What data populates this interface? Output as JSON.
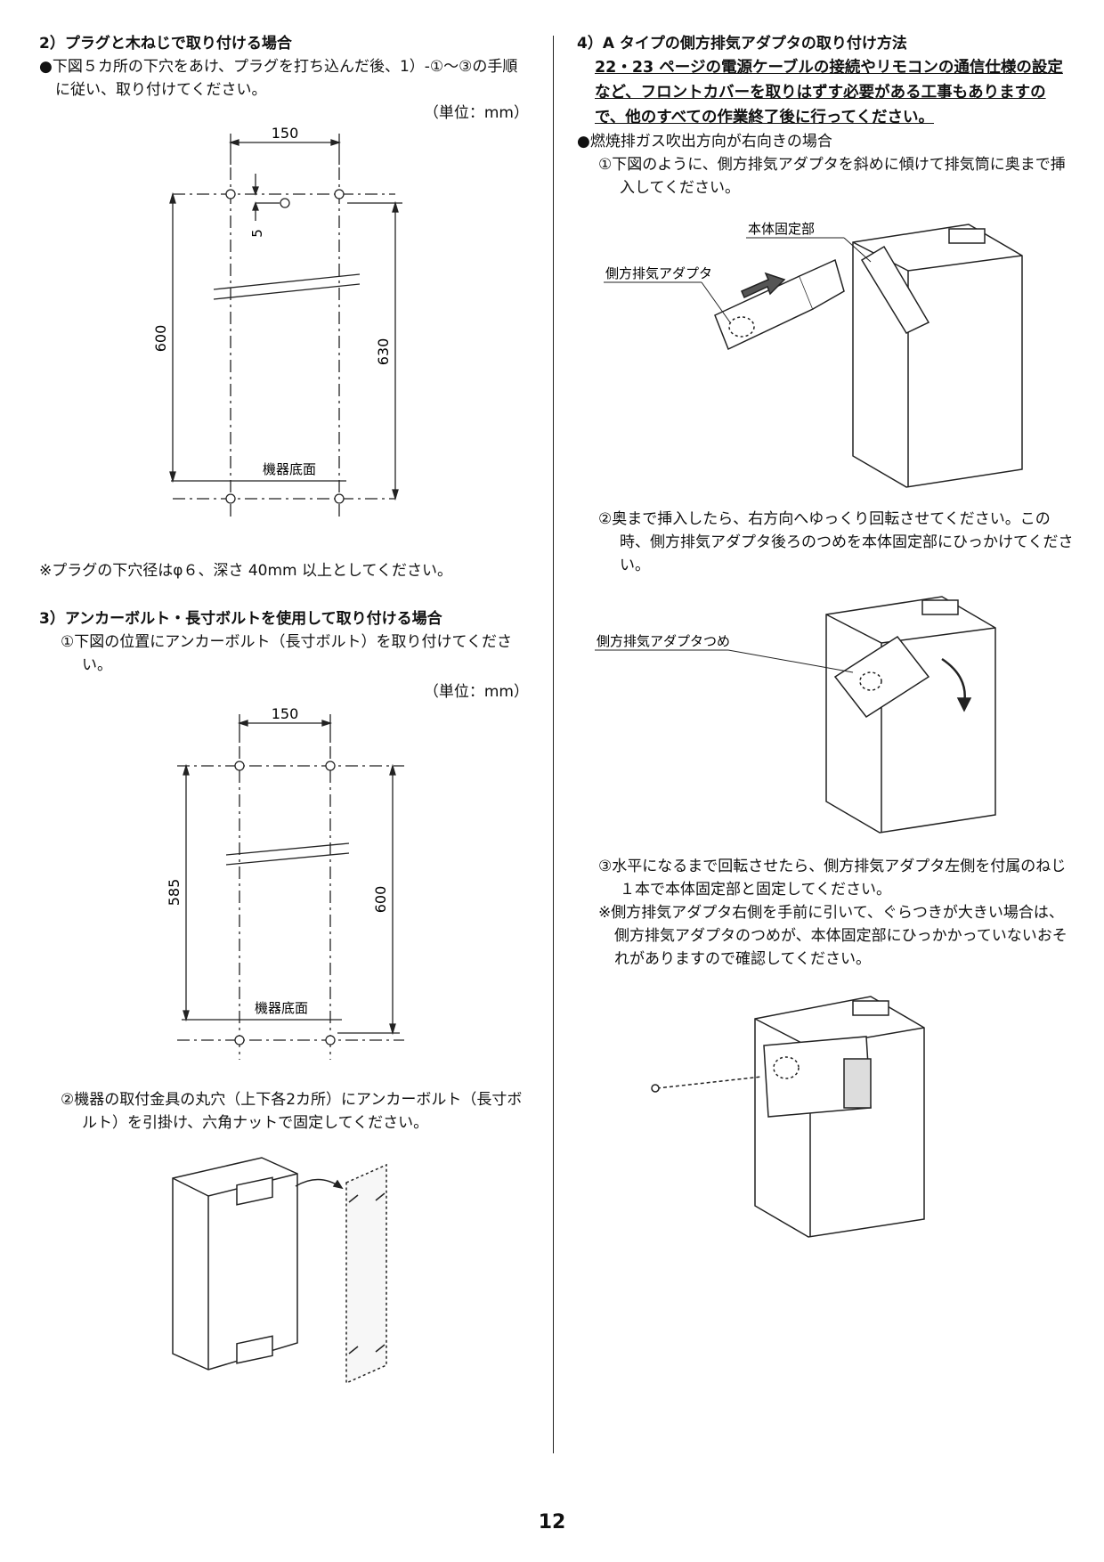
{
  "left": {
    "s2": {
      "heading": "2）プラグと木ねじで取り付ける場合",
      "bullet": "●下図５カ所の下穴をあけ、プラグを打ち込んだ後、1）-①～③の手順に従い、取り付けてください。",
      "unit": "（単位：mm）",
      "fig": {
        "dim_width": "150",
        "dim_left": "600",
        "dim_right": "630",
        "dim_small": "5",
        "bottom_label": "機器底面"
      },
      "note": "※プラグの下穴径はφ６、深さ 40mm 以上としてください。"
    },
    "s3": {
      "heading": "3）アンカーボルト・長寸ボルトを使用して取り付ける場合",
      "step1": "①下図の位置にアンカーボルト（長寸ボルト）を取り付けてください。",
      "unit": "（単位：mm）",
      "fig": {
        "dim_width": "150",
        "dim_left": "585",
        "dim_right": "600",
        "bottom_label": "機器底面"
      },
      "step2": "②機器の取付金具の丸穴（上下各2カ所）にアンカーボルト（長寸ボルト）を引掛け、六角ナットで固定してください。"
    }
  },
  "right": {
    "s4": {
      "heading": "4）A タイプの側方排気アダプタの取り付け方法",
      "warning": "22・23 ページの電源ケーブルの接続やリモコンの通信仕様の設定など、フロントカバーを取りはずす必要がある工事もありますので、他のすべての作業終了後に行ってください。",
      "bullet": "●燃焼排ガス吹出方向が右向きの場合",
      "step1": "①下図のように、側方排気アダプタを斜めに傾けて排気筒に奥まで挿入してください。",
      "fig1": {
        "label_fix": "本体固定部",
        "label_adapter": "側方排気アダプタ"
      },
      "step2": "②奥まで挿入したら、右方向へゆっくり回転させてください。この時、側方排気アダプタ後ろのつめを本体固定部にひっかけてください。",
      "fig2": {
        "label_claw": "側方排気アダプタつめ"
      },
      "step3": "③水平になるまで回転させたら、側方排気アダプタ左側を付属のねじ１本で本体固定部と固定してください。",
      "note3": "※側方排気アダプタ右側を手前に引いて、ぐらつきが大きい場合は、側方排気アダプタのつめが、本体固定部にひっかかっていないおそれがありますので確認してください。"
    }
  },
  "page_number": "12"
}
